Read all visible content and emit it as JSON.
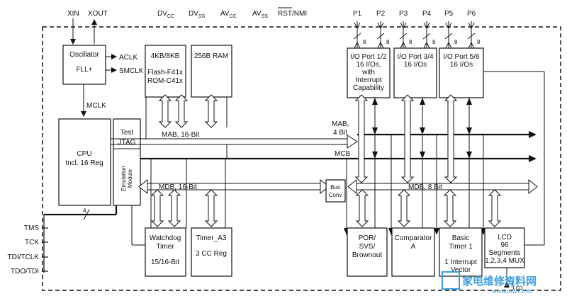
{
  "pins_top": {
    "xin": "XIN",
    "xout": "XOUT",
    "dvcc": "DV",
    "dvcc_sub": "CC",
    "dvss": "DV",
    "dvss_sub": "SS",
    "avcc": "AV",
    "avcc_sub": "CC",
    "avss": "AV",
    "avss_sub": "SS",
    "rst": "RST",
    "nmi": "/NMI",
    "ports": [
      "P1",
      "P2",
      "P3",
      "P4",
      "P5",
      "P6"
    ],
    "port_width": "8"
  },
  "oscillator": {
    "line1": "Oscillator",
    "line2": "FLL+",
    "aclk": "ACLK",
    "smclk": "SMCLK",
    "mclk": "MCLK"
  },
  "flash": {
    "line1": "4KB/8KB",
    "line2": "Flash-F41x",
    "line3": "ROM-C41x"
  },
  "ram": {
    "label": "256B RAM"
  },
  "io12": {
    "line1": "I/O Port 1/2",
    "line2": "16 I/Os,",
    "line3": "with",
    "line4": "Interrupt",
    "line5": "Capability"
  },
  "io34": {
    "line1": "I/O Port 3/4",
    "line2": "16 I/Os"
  },
  "io56": {
    "line1": "I/O Port 5/6",
    "line2": "16 I/Os"
  },
  "cpu": {
    "line1": "CPU",
    "line2": "Incl. 16 Reg"
  },
  "test_jtag": {
    "test": "Test",
    "jtag": "JTAG",
    "emu1": "Emulation",
    "emu2": "Module"
  },
  "buses": {
    "mab16": "MAB, 16-Bit",
    "mab4a": "MAB,",
    "mab4b": "4 Bit",
    "mcb": "MCB",
    "mdb16": "MDB, 16-Bit",
    "mdb8": "MDB, 8 Bit",
    "busconv1": "Bus",
    "busconv2": "Conv"
  },
  "watchdog": {
    "line1": "Watchdog",
    "line2": "Timer",
    "line3": "15/16-Bit"
  },
  "timer_a3": {
    "line1": "Timer_A3",
    "line2": "3 CC Reg"
  },
  "por": {
    "line1": "POR/",
    "line2": "SVS/",
    "line3": "Brownout"
  },
  "comparator": {
    "line1": "Comparator",
    "line2": "A"
  },
  "basic_timer": {
    "line1": "Basic",
    "line2": "Timer 1",
    "line3": "1 Interrupt",
    "line4": "Vector"
  },
  "lcd": {
    "line1": "LCD",
    "line2": "96",
    "line3": "Segments",
    "line4": "1,2,3,4 MUX",
    "flcd": "f",
    "flcd_sub": "LCD"
  },
  "jtag_pins": {
    "tms": "TMS",
    "tck": "TCK",
    "tdi": "TDI/TCLK",
    "tdo": "TDO/TDI",
    "bus_width": "4"
  },
  "watermark": {
    "main": "家电维修资料网",
    "sub": "www.jdwx.info"
  },
  "colors": {
    "line": "#111111",
    "watermark": "#3aa0e0"
  }
}
